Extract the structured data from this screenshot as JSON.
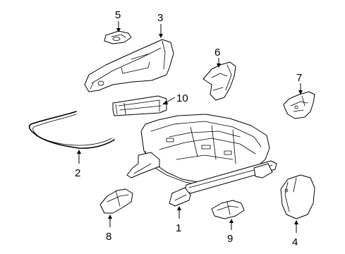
{
  "diagram": {
    "callouts": [
      {
        "id": "callout-1",
        "label": "1"
      },
      {
        "id": "callout-2",
        "label": "2"
      },
      {
        "id": "callout-3",
        "label": "3"
      },
      {
        "id": "callout-4",
        "label": "4"
      },
      {
        "id": "callout-5",
        "label": "5"
      },
      {
        "id": "callout-6",
        "label": "6"
      },
      {
        "id": "callout-7",
        "label": "7"
      },
      {
        "id": "callout-8",
        "label": "8"
      },
      {
        "id": "callout-9",
        "label": "9"
      },
      {
        "id": "callout-10",
        "label": "10"
      }
    ]
  }
}
